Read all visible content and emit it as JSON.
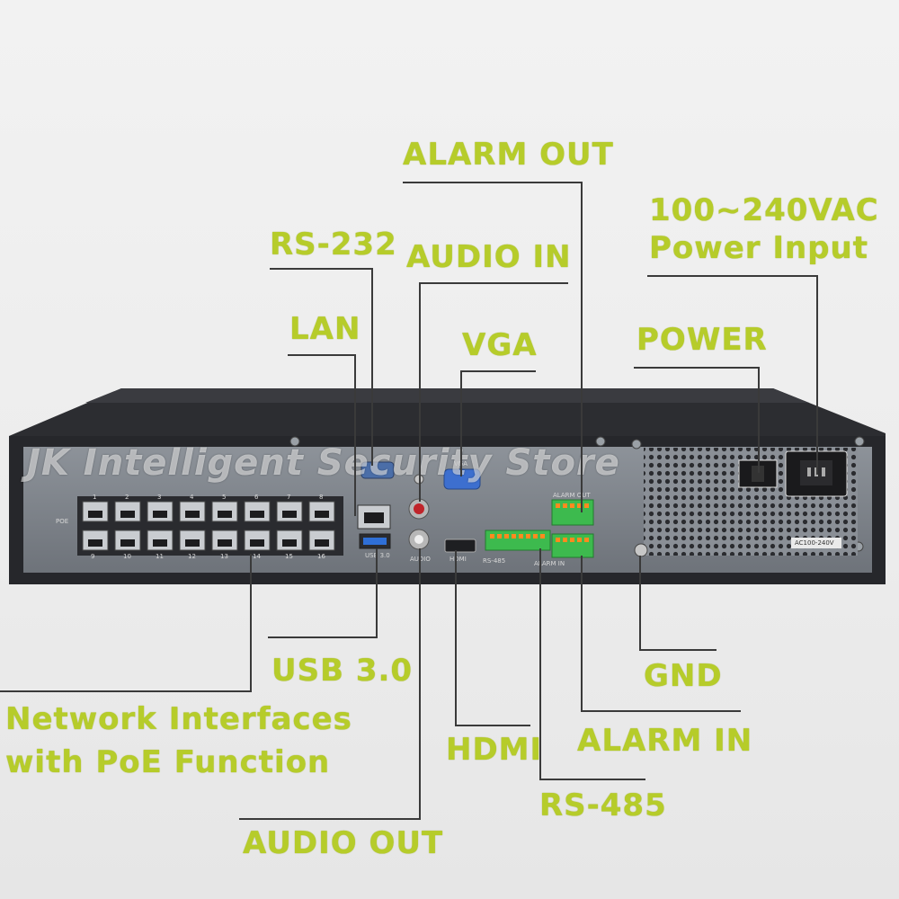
{
  "watermark": "JK Intelligent Security Store",
  "labels": {
    "alarm_out": "ALARM OUT",
    "rs232": "RS-232",
    "audio_in": "AUDIO IN",
    "power_input_line1": "100~240VAC",
    "power_input_line2": "Power Input",
    "lan": "LAN",
    "vga": "VGA",
    "power": "POWER",
    "usb": "USB 3.0",
    "gnd": "GND",
    "network_line1": "Network Interfaces",
    "network_line2": "with PoE Function",
    "hdmi": "HDMI",
    "alarm_in": "ALARM IN",
    "rs485": "RS-485",
    "audio_out": "AUDIO OUT"
  },
  "panel_text": {
    "vga": "VGA",
    "usb": "USB 3.0",
    "audio": "AUDIO",
    "rs485": "RS-485",
    "alarm_in": "ALARM IN",
    "alarm_out": "ALARM OUT",
    "ac": "AC100-240V",
    "hdmi": "HDMI",
    "poe": "POE",
    "port_numbers_top": [
      "1",
      "2",
      "3",
      "4",
      "5",
      "6",
      "7",
      "8"
    ],
    "port_numbers_bottom": [
      "9",
      "10",
      "11",
      "12",
      "13",
      "14",
      "15",
      "16"
    ]
  },
  "colors": {
    "label": "#b6cc2a",
    "terminal_green": "#3dba4e",
    "chassis": "#2f3034",
    "panel": "#7d8289"
  }
}
